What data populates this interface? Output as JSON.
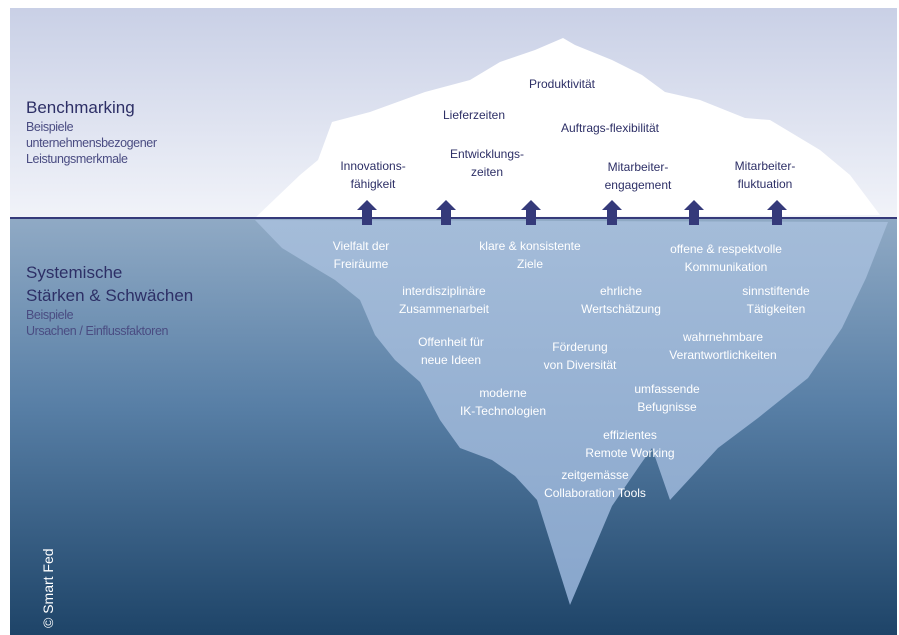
{
  "left": {
    "benchmarking": {
      "title": "Benchmarking",
      "lines": [
        "Beispiele",
        "unternehmensbezogener",
        "Leistungsmerkmale"
      ]
    },
    "systemic": {
      "title_line1": "Systemische",
      "title_line2": "Stärken & Schwächen",
      "lines": [
        "Beispiele",
        "Ursachen / Einflussfaktoren"
      ]
    }
  },
  "above_water": {
    "produktivitaet": [
      "Produktivität"
    ],
    "lieferzeiten": [
      "Lieferzeiten"
    ],
    "auftragsflex": [
      "Auftrags-flexibilität"
    ],
    "innovation": [
      "Innovations-",
      "fähigkeit"
    ],
    "entwicklung": [
      "Entwicklungs-",
      "zeiten"
    ],
    "engagement": [
      "Mitarbeiter-",
      "engagement"
    ],
    "fluktuation": [
      "Mitarbeiter-",
      "fluktuation"
    ]
  },
  "below_water": {
    "vielfalt": [
      "Vielfalt der",
      "Freiräume"
    ],
    "ziele": [
      "klare & konsistente",
      "Ziele"
    ],
    "kommunikation": [
      "offene & respektvolle",
      "Kommunikation"
    ],
    "zusammenarbeit": [
      "interdisziplinäre",
      "Zusammenarbeit"
    ],
    "wertschaetzung": [
      "ehrliche",
      "Wertschätzung"
    ],
    "taetigkeiten": [
      "sinnstiftende",
      "Tätigkeiten"
    ],
    "offenheit": [
      "Offenheit für",
      "neue Ideen"
    ],
    "diversitaet": [
      "Förderung",
      "von Diversität"
    ],
    "verantwortlichkeiten": [
      "wahrnehmbare",
      "Verantwortlichkeiten"
    ],
    "ik": [
      "moderne",
      "IK-Technologien"
    ],
    "befugnisse": [
      "umfassende",
      "Befugnisse"
    ],
    "remote": [
      "effizientes",
      "Remote Working"
    ],
    "tools": [
      "zeitgemässe",
      "Collaboration Tools"
    ]
  },
  "copyright": "© Smart Fed",
  "colors": {
    "sky_top": "#cdd3e8",
    "sky_bottom": "#eef0f7",
    "water_top": "#8fa9c4",
    "water_bottom": "#20466b",
    "ice_below": "#93aed0",
    "ink": "#2d2f66",
    "arrow": "#353a7a"
  }
}
